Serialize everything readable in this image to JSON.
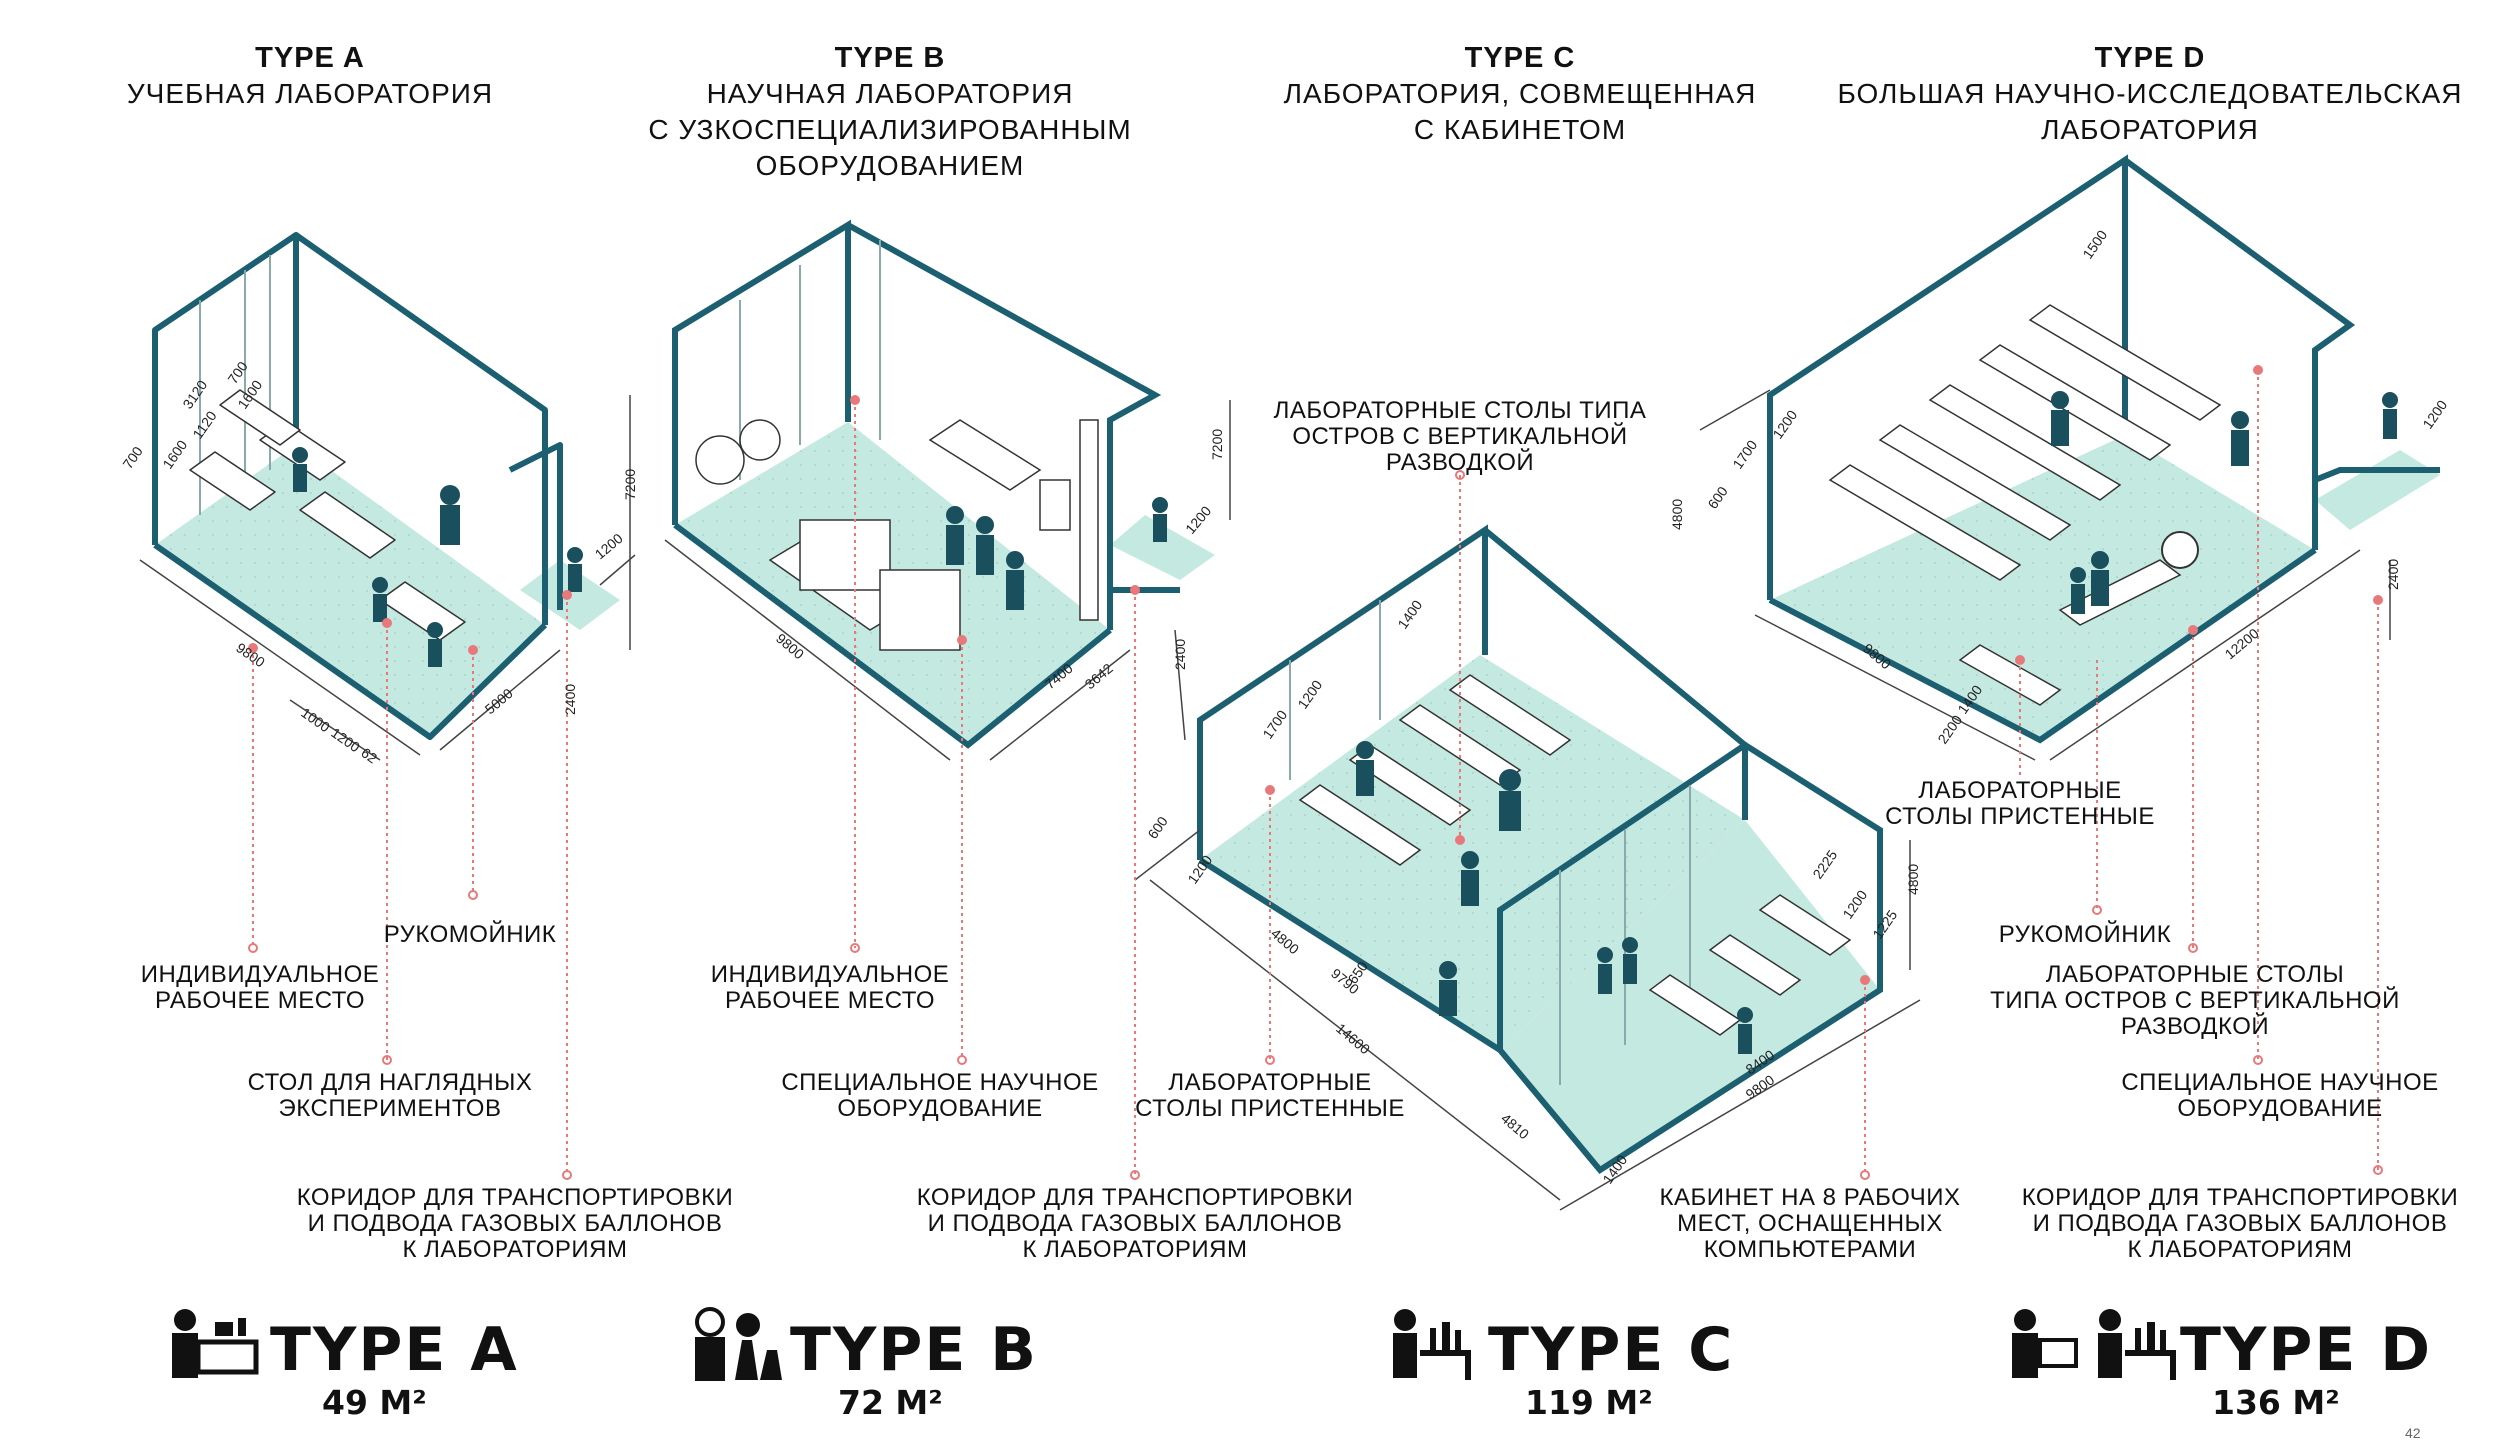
{
  "types": [
    {
      "id": "a",
      "type_label": "TYPE A",
      "title": [
        "УЧЕБНАЯ ЛАБОРАТОРИЯ"
      ],
      "big_label": "TYPE A",
      "area": "49 M²"
    },
    {
      "id": "b",
      "type_label": "TYPE B",
      "title": [
        "НАУЧНАЯ ЛАБОРАТОРИЯ",
        "С УЗКОСПЕЦИАЛИЗИРОВАННЫМ",
        "ОБОРУДОВАНИЕМ"
      ],
      "big_label": "TYPE B",
      "area": "72 M²"
    },
    {
      "id": "c",
      "type_label": "TYPE C",
      "title": [
        "ЛАБОРАТОРИЯ, СОВМЕЩЕННАЯ",
        "С КАБИНЕТОМ"
      ],
      "big_label": "TYPE C",
      "area": "119 M²"
    },
    {
      "id": "d",
      "type_label": "TYPE D",
      "title": [
        "БОЛЬШАЯ НАУЧНО-ИССЛЕДОВАТЕЛЬСКАЯ",
        "ЛАБОРАТОРИЯ"
      ],
      "big_label": "TYPE D",
      "area": "136 M²"
    }
  ],
  "labels": {
    "a_workplace": [
      "ИНДИВИДУАЛЬНОЕ",
      "РАБОЧЕЕ МЕСТО"
    ],
    "a_sink": [
      "РУКОМОЙНИК"
    ],
    "a_demo_table": [
      "СТОЛ ДЛЯ НАГЛЯДНЫХ",
      "ЭКСПЕРИМЕНТОВ"
    ],
    "a_corridor": [
      "КОРИДОР ДЛЯ ТРАНСПОРТИРОВКИ",
      "И ПОДВОДА ГАЗОВЫХ БАЛЛОНОВ",
      "К ЛАБОРАТОРИЯМ"
    ],
    "b_workplace": [
      "ИНДИВИДУАЛЬНОЕ",
      "РАБОЧЕЕ МЕСТО"
    ],
    "b_equipment": [
      "СПЕЦИАЛЬНОЕ НАУЧНОЕ",
      "ОБОРУДОВАНИЕ"
    ],
    "b_corridor": [
      "КОРИДОР ДЛЯ ТРАНСПОРТИРОВКИ",
      "И ПОДВОДА ГАЗОВЫХ БАЛЛОНОВ",
      "К ЛАБОРАТОРИЯМ"
    ],
    "c_island": [
      "ЛАБОРАТОРНЫЕ СТОЛЫ ТИПА",
      "ОСТРОВ С ВЕРТИКАЛЬНОЙ",
      "РАЗВОДКОЙ"
    ],
    "c_wall": [
      "ЛАБОРАТОРНЫЕ",
      "СТОЛЫ ПРИСТЕННЫЕ"
    ],
    "c_cabinet": [
      "КАБИНЕТ НА 8 РАБОЧИХ",
      "МЕСТ, ОСНАЩЕННЫХ",
      "КОМПЬЮТЕРАМИ"
    ],
    "d_wall": [
      "ЛАБОРАТОРНЫЕ",
      "СТОЛЫ ПРИСТЕННЫЕ"
    ],
    "d_sink": [
      "РУКОМОЙНИК"
    ],
    "d_island": [
      "ЛАБОРАТОРНЫЕ СТОЛЫ",
      "ТИПА ОСТРОВ С ВЕРТИКАЛЬНОЙ",
      "РАЗВОДКОЙ"
    ],
    "d_equipment": [
      "СПЕЦИАЛЬНОЕ НАУЧНОЕ",
      "ОБОРУДОВАНИЕ"
    ],
    "d_corridor": [
      "КОРИДОР ДЛЯ ТРАНСПОРТИРОВКИ",
      "И ПОДВОДА ГАЗОВЫХ БАЛЛОНОВ",
      "К ЛАБОРАТОРИЯМ"
    ]
  },
  "dimensions": {
    "a": [
      "9800",
      "5000",
      "7200",
      "2400",
      "1200",
      "1000",
      "1600",
      "1120",
      "3120",
      "700",
      "1600",
      "700",
      "1200",
      "62"
    ],
    "b": [
      "9800",
      "7400",
      "3642",
      "7200",
      "2400",
      "1200"
    ],
    "c": [
      "14600",
      "9790",
      "4800",
      "4810",
      "8400",
      "9800",
      "1400",
      "600",
      "1200",
      "650",
      "1700",
      "1200",
      "1400",
      "2225",
      "1225",
      "4800",
      "1200"
    ],
    "d": [
      "9800",
      "12200",
      "4800",
      "2400",
      "1200",
      "2200",
      "1400",
      "600",
      "1700",
      "1200",
      "1500"
    ]
  },
  "page_number": "42",
  "colors": {
    "wall": "#1b5f70",
    "floor": "#c4e9e0",
    "leader": "#e8787a",
    "ink": "#111111"
  }
}
